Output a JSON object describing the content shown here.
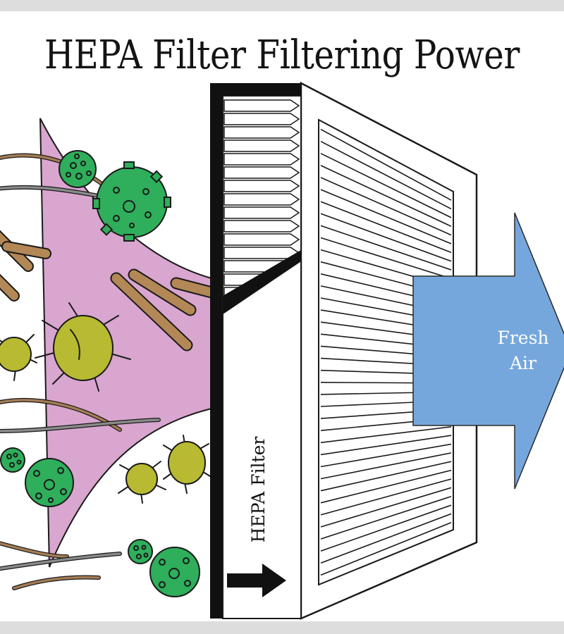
{
  "title": "HEPA Filter Filtering Power",
  "labels": {
    "fresh_air_line1": "Fresh",
    "fresh_air_line2": "Air",
    "filter_label": "HEPA Filter"
  },
  "colors": {
    "dirty_air": "#d9a6cf",
    "fresh_air_arrow": "#75a7dc",
    "virus_particle": "#2fae5b",
    "dust_mite": "#b8ba32",
    "fiber": "#b38856",
    "outline": "#1a1a1a"
  }
}
